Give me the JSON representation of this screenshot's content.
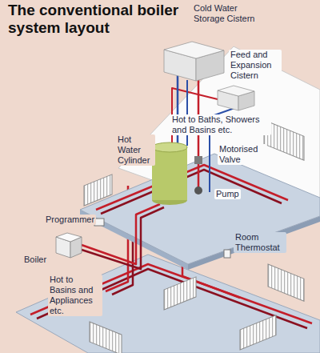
{
  "diagram": {
    "title": "The conventional boiler system layout",
    "labels": [
      "Cold Water Storage Cistern",
      "Feed and Expansion Cistern",
      "Hot to Baths, Showers and Basins etc.",
      "Hot Water Cylinder",
      "Motorised Valve",
      "Pump",
      "Programmer",
      "Room Thermostat",
      "Boiler",
      "Hot to Basins and Appliances etc."
    ]
  }
}
